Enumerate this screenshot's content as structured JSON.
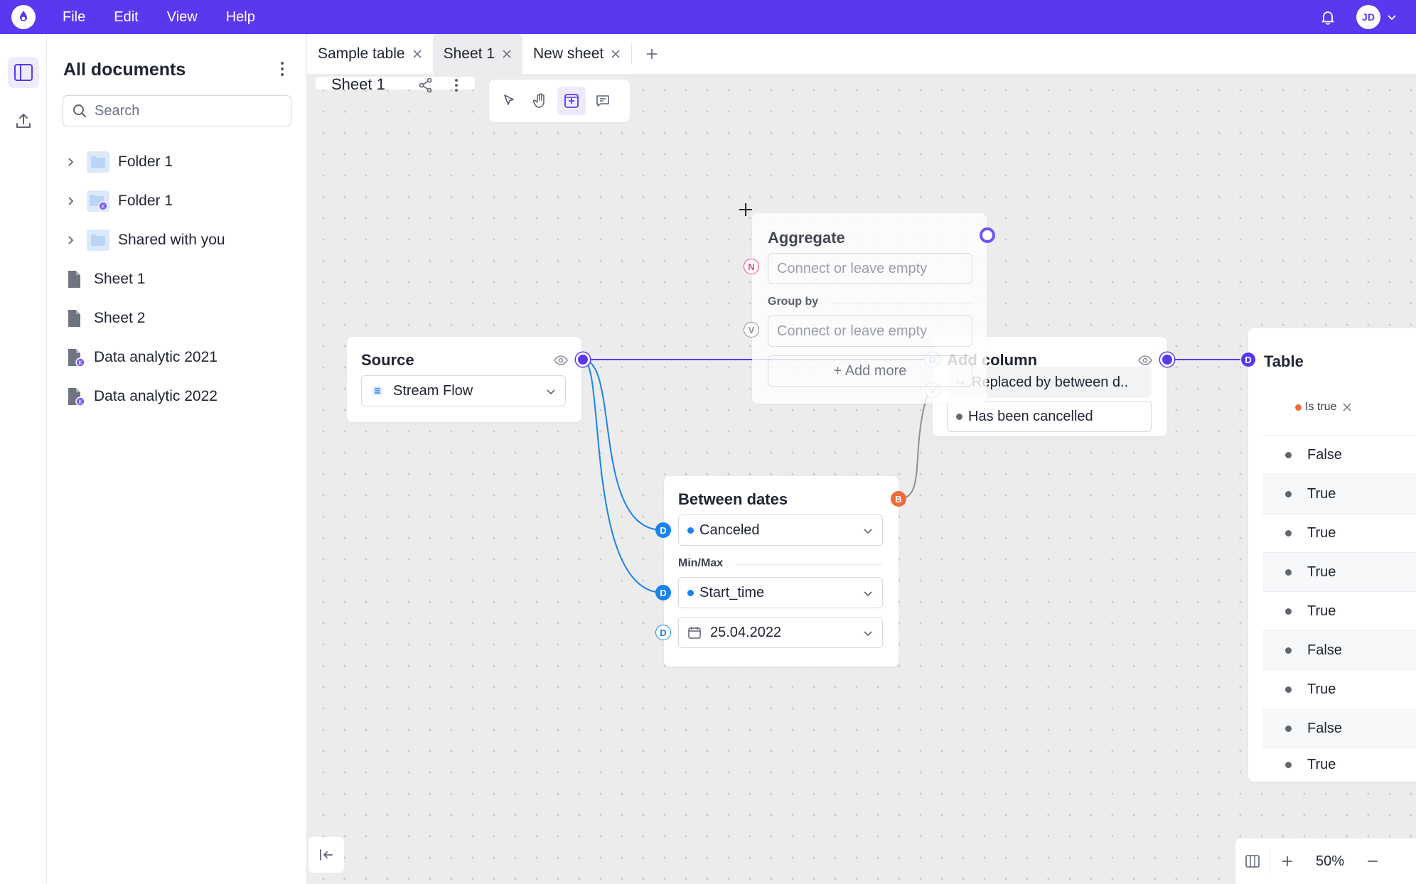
{
  "app": {
    "menu": [
      "File",
      "Edit",
      "View",
      "Help"
    ],
    "user_initials": "JD"
  },
  "sidebar": {
    "title": "All documents",
    "search_placeholder": "Search",
    "items": [
      {
        "label": "Folder 1",
        "type": "folder"
      },
      {
        "label": "Folder 1",
        "type": "folder-shared"
      },
      {
        "label": "Shared with you",
        "type": "folder"
      },
      {
        "label": "Sheet 1",
        "type": "doc"
      },
      {
        "label": "Sheet 2",
        "type": "doc"
      },
      {
        "label": "Data analytic 2021",
        "type": "doc-shared"
      },
      {
        "label": "Data analytic 2022",
        "type": "doc-shared"
      }
    ]
  },
  "tabs": [
    {
      "label": "Sample table",
      "active": false
    },
    {
      "label": "Sheet 1",
      "active": true
    },
    {
      "label": "New sheet",
      "active": false
    }
  ],
  "canvas": {
    "sheet_title": "Sheet 1",
    "zoom": "50%",
    "nodes": {
      "source": {
        "title": "Source",
        "value": "Stream Flow"
      },
      "aggregate": {
        "title": "Aggregate",
        "field1_placeholder": "Connect or leave empty",
        "group_by_label": "Group by",
        "field2_placeholder": "Connect or leave empty",
        "add_more": "+ Add more",
        "port1": "N",
        "port2": "V"
      },
      "add_column": {
        "title": "Add column",
        "field1": "Replaced by between d..",
        "field2": "Has been cancelled",
        "port_in": "D",
        "port_v": "V"
      },
      "between_dates": {
        "title": "Between dates",
        "field1": "Canceled",
        "minmax_label": "Min/Max",
        "field2": "Start_time",
        "field3": "25.04.2022",
        "port_out": "B",
        "port1": "D",
        "port2": "D",
        "port3": "D"
      },
      "table": {
        "title": "Table",
        "port_in": "D",
        "filter": "Is true",
        "rows": [
          "False",
          "True",
          "True",
          "True",
          "True",
          "False",
          "True",
          "False",
          "True"
        ]
      }
    }
  },
  "colors": {
    "brand": "#5a38f0",
    "link_blue": "#1a82f0",
    "port_orange": "#f06b3a",
    "port_pink": "#e5488a"
  }
}
